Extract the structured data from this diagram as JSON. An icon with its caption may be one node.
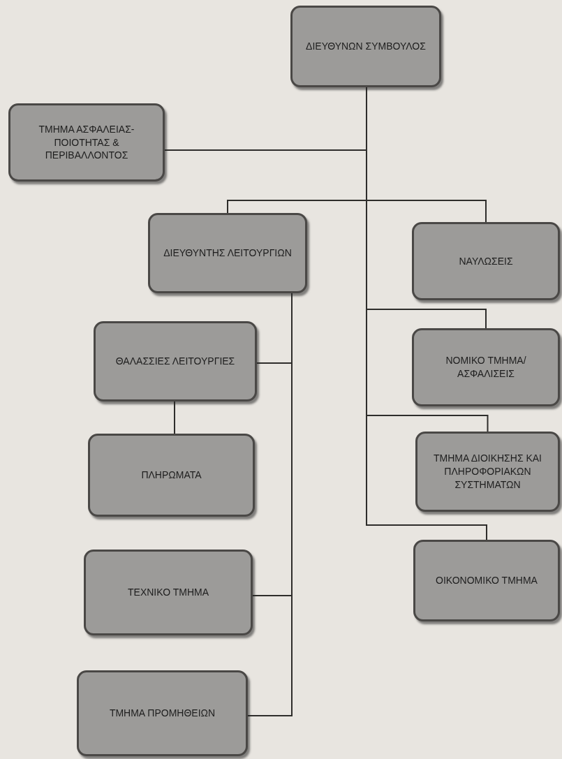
{
  "diagram": {
    "nodes": [
      {
        "text": [
          "ΔΙΕΥΘΥΝΩΝ ΣΥΜΒΟΥΛΟΣ"
        ]
      },
      {
        "text": [
          "ΤΜΗΜΑ ΑΣΦΑΛΕΙΑΣ- ΠΟΙΟΤΗΤΑΣ & ΠΕΡΙΒΑΛΛΟΝΤΟΣ"
        ]
      },
      {
        "text": [
          "ΔΙΕΥΘΥΝΤΗΣ ΛΕΙΤΟΥΡΓΙΩΝ"
        ]
      },
      {
        "text": [
          "ΝΑΥΛΩΣΕΙΣ"
        ]
      },
      {
        "text": [
          "ΘΑΛΑΣΣΙΕΣ ΛΕΙΤΟΥΡΓΙΕΣ"
        ]
      },
      {
        "text": [
          "ΠΛΗΡΩΜΑΤΑ"
        ]
      },
      {
        "text": [
          "ΤΕΧΝΙΚΟ ΤΜΗΜΑ"
        ]
      },
      {
        "text": [
          "ΤΜΗΜΑ ΠΡΟΜΗΘΕΙΩΝ"
        ]
      },
      {
        "text": [
          "ΝΟΜΙΚΟ ΤΜΗΜΑ/ ΑΣΦΑΛΙΣΕΙΣ"
        ]
      },
      {
        "text": [
          "ΤΜΗΜΑ ΔΙΟΙΚΗΣΗΣ ΚΑΙ ΠΛΗΡΟΦΟΡΙΑΚΩΝ ΣΥΣΤΗΜΑΤΩΝ"
        ]
      },
      {
        "text": [
          "ΟΙΚΟΝΟΜΙΚΟ ΤΜΗΜΑ"
        ]
      }
    ],
    "edges": [
      {
        "from": 0,
        "to": 1,
        "arrow": "none"
      },
      {
        "from": 0,
        "to": 2,
        "arrow": "none"
      },
      {
        "from": 0,
        "to": 3,
        "arrow": "none"
      },
      {
        "from": 0,
        "to": 8,
        "arrow": "none"
      },
      {
        "from": 0,
        "to": 9,
        "arrow": "none"
      },
      {
        "from": 0,
        "to": 10,
        "arrow": "none"
      },
      {
        "from": 2,
        "to": 4,
        "arrow": "none"
      },
      {
        "from": 4,
        "to": 5,
        "arrow": "none"
      },
      {
        "from": 2,
        "to": 6,
        "arrow": "none"
      },
      {
        "from": 2,
        "to": 7,
        "arrow": "none"
      }
    ]
  }
}
